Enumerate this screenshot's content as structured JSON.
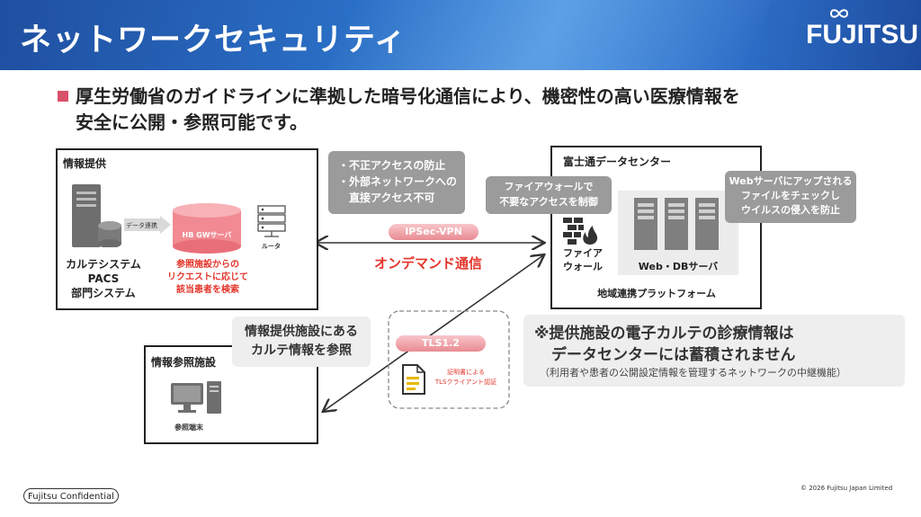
{
  "slide": {
    "title": "ネットワークセキュリティ",
    "logo": "FUJITSU",
    "headline_line1": "厚生労働省のガイドラインに準拠した暗号化通信により、機密性の高い医療情報を",
    "headline_line2": "安全に公開・参照可能です。"
  },
  "provider": {
    "title": "情報提供",
    "data_link": "データ連携",
    "gw_server": "HB GWサーバ",
    "router": "ルータ",
    "systems": [
      "カルテシステム",
      "PACS",
      "部門システム"
    ],
    "search_note": [
      "参照施設からの",
      "リクエストに応じて",
      "該当患者を検索"
    ]
  },
  "security_note": [
    "・不正アクセスの防止",
    "・外部ネットワークへの",
    "　直接アクセス不可"
  ],
  "vpn": {
    "label": "IPSec-VPN",
    "on_demand": "オンデマンド通信"
  },
  "datacenter": {
    "title": "富士通データセンター",
    "firewall_note": [
      "ファイアウォールで",
      "不要なアクセスを制御"
    ],
    "firewall": [
      "ファイア",
      "ウォール"
    ],
    "web_db": "Web・DBサーバ",
    "platform": "地域連携プラットフォーム",
    "web_note": [
      "Webサーバにアップされる",
      "ファイルをチェックし",
      "ウイルスの侵入を防止"
    ]
  },
  "reference": {
    "title": "情報参照施設",
    "terminal": "参照端末",
    "bubble": [
      "情報提供施設にある",
      "カルテ情報を参照"
    ]
  },
  "tls": {
    "label": "TLS1.2",
    "note": [
      "証明書による",
      "TLSクライアント認証"
    ]
  },
  "storage_note": {
    "line1": "※提供施設の電子カルテの診療情報は",
    "line2": "データセンターには蓄積されません",
    "line3": "（利用者や患者の公開設定情報を管理するネットワークの中継機能）"
  },
  "footer": {
    "confidential": "Fujitsu Confidential",
    "copyright": "© 2026 Fujitsu Japan Limited"
  },
  "colors": {
    "header_blue": "#2a6fc6",
    "accent_red": "#e4342a",
    "bullet_pink": "#d9506a",
    "pill_pink": "#e88b92",
    "bubble_gray": "#9b9b9b"
  }
}
